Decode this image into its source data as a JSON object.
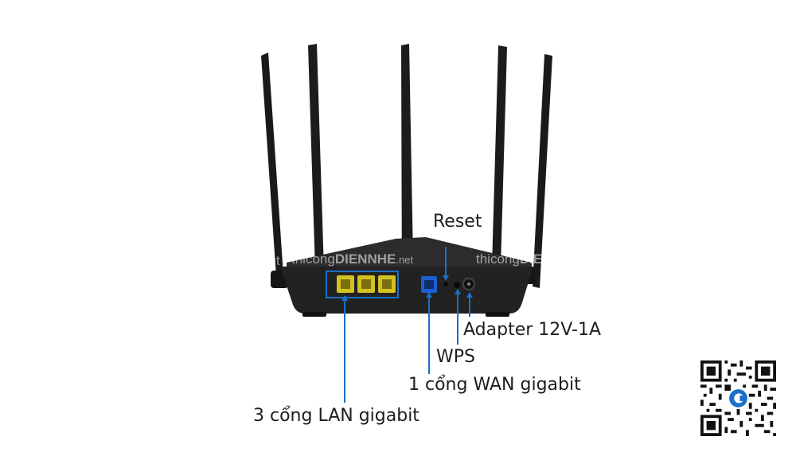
{
  "labels": {
    "reset": "Reset",
    "adapter": "Adapter 12V-1A",
    "wps": "WPS",
    "wan": "1 cổng WAN gigabit",
    "lan": "3 cổng LAN gigabit"
  },
  "watermark": {
    "left_fragment": "net",
    "brand_a": "thicong",
    "brand_b": "DIENNHE",
    "brand_c": ".net",
    "right_fragment_a": "thicong",
    "right_fragment_b": "DIEN"
  },
  "colors": {
    "callout": "#1b6fc7",
    "router_body": "#202020",
    "lan_port": "#d4c21e",
    "wan_port": "#1d5fd1",
    "label_text": "#1e1e1e"
  },
  "icons": [
    "router-image",
    "qr-code-icon",
    "site-logo-icon"
  ]
}
